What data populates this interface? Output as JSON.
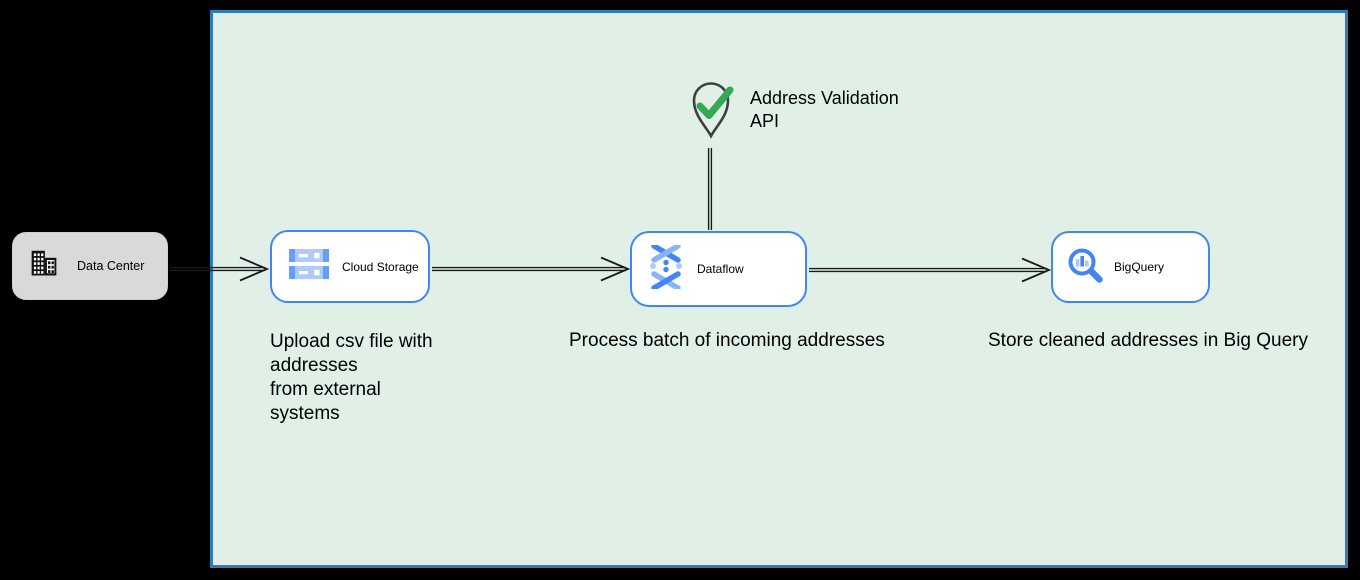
{
  "colors": {
    "page_bg": "#000000",
    "boundary_fill": "#e0f0e7",
    "boundary_border": "#2e7cb8",
    "node_fill": "#ffffff",
    "node_border": "#4285f4",
    "external_fill": "#d9d9d9",
    "text": "#000000",
    "arrow": "#1a1a1a",
    "pin_outline": "#3c4043",
    "check_green": "#34a853",
    "icon_blue": "#4285f4",
    "icon_blue_light": "#aecbfa",
    "icon_blue_mid": "#669df6",
    "icon_black": "#111111"
  },
  "external": {
    "label": "Data Center",
    "icon": "data-center-building-icon"
  },
  "nodes": {
    "cloud_storage": {
      "label": "Cloud Storage",
      "icon": "cloud-storage-icon"
    },
    "dataflow": {
      "label": "Dataflow",
      "icon": "dataflow-icon"
    },
    "bigquery": {
      "label": "BigQuery",
      "icon": "bigquery-icon"
    }
  },
  "annotation": {
    "label": "Address Validation\nAPI",
    "icon": "map-pin-check-icon"
  },
  "captions": {
    "upload": "Upload csv file with\naddresses\nfrom external\nsystems",
    "process": "Process batch of incoming addresses",
    "store": "Store cleaned addresses in Big Query"
  }
}
